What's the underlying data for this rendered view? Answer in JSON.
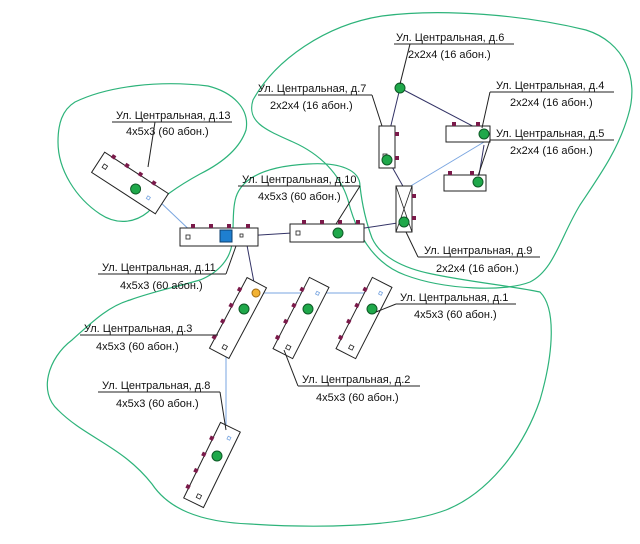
{
  "colors": {
    "zone_outline": "#2db37a",
    "building_outline": "#222222",
    "node_green": "#1fa84a",
    "node_outline": "#0e5a26",
    "port_marker": "#7a1a4a",
    "cable": "#7aa6e0",
    "cable_dark": "#333366",
    "hub_fill": "#1e7fd0",
    "splitter_fill": "#f2b233",
    "text": "#111111"
  },
  "hub_icon": "distribution-hub-square",
  "splitter_icon": "splitter-circle",
  "buildings": [
    {
      "id": "d13",
      "street": "Ул. Центральная, д.13",
      "spec": "4х5х3 (60 абон.)"
    },
    {
      "id": "d7",
      "street": "Ул. Центральная, д.7",
      "spec": "2х2х4 (16 абон.)"
    },
    {
      "id": "d6",
      "street": "Ул. Центральная, д.6",
      "spec": "2х2х4 (16 абон.)"
    },
    {
      "id": "d4",
      "street": "Ул. Центральная, д.4",
      "spec": "2х2х4 (16 абон.)"
    },
    {
      "id": "d5",
      "street": "Ул. Центральная, д.5",
      "spec": "2х2х4 (16 абон.)"
    },
    {
      "id": "d10",
      "street": "Ул. Центральная, д.10",
      "spec": "4х5х3 (60 абон.)"
    },
    {
      "id": "d9",
      "street": "Ул. Центральная, д.9",
      "spec": "2х2х4 (16 абон.)"
    },
    {
      "id": "d11",
      "street": "Ул. Центральная, д.11",
      "spec": "4х5х3 (60 абон.)"
    },
    {
      "id": "d1",
      "street": "Ул. Центральная, д.1",
      "spec": "4х5х3  (60  абон.)"
    },
    {
      "id": "d3",
      "street": "Ул. Центральная, д.3",
      "spec": "4х5х3 (60 абон.)"
    },
    {
      "id": "d2",
      "street": "Ул. Центральная, д.2",
      "spec": "4х5х3 (60 абон.)"
    },
    {
      "id": "d8",
      "street": "Ул. Центральная, д.8",
      "spec": "4х5х3 (60 абон.)"
    }
  ]
}
